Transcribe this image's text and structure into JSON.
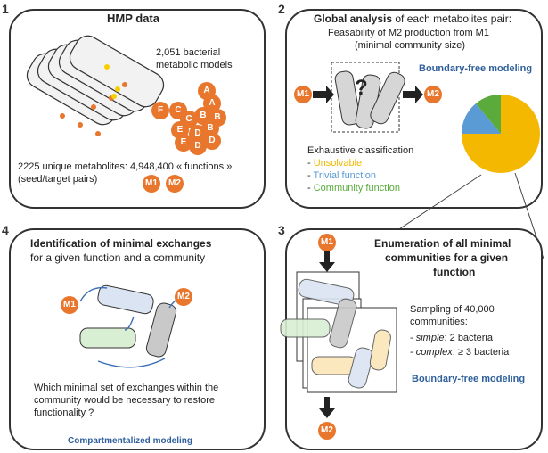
{
  "panel1": {
    "number": "1",
    "title": "HMP data",
    "models_line1": "2,051 bacterial",
    "models_line2": "metabolic models",
    "metabolites_line": "2225 unique metabolites: 4,948,400 « functions »",
    "pairs_line": "(seed/target pairs)",
    "m1": "M1",
    "m2": "M2",
    "letters": [
      "A",
      "A",
      "F",
      "C",
      "B",
      "B",
      "C",
      "B",
      "D",
      "E",
      "D",
      "E",
      "D"
    ]
  },
  "panel2": {
    "number": "2",
    "title_bold": "Global analysis",
    "title_rest": " of each metabolites pair:",
    "line2": "Feasability of M2 production from M1",
    "line3": "(minimal community size)",
    "boundary_free": "Boundary-free modeling",
    "m1": "M1",
    "m2": "M2",
    "question": "?",
    "classification_title": "Exhaustive classification",
    "classes": [
      "Unsolvable",
      "Trivial function",
      "Community function"
    ],
    "class_colors": [
      "#f5b800",
      "#5b9bd5",
      "#5aab3c"
    ]
  },
  "chart_data": {
    "type": "pie",
    "categories": [
      "Unsolvable",
      "Trivial function",
      "Community function"
    ],
    "values": [
      75,
      14,
      11
    ],
    "colors": [
      "#f5b800",
      "#5b9bd5",
      "#5aab3c"
    ]
  },
  "panel3": {
    "number": "3",
    "title_line1": "Enumeration of all minimal",
    "title_line2": "communities for a given",
    "title_line3": "function",
    "sampling_line1": "Sampling of 40,000",
    "sampling_line2": "communities:",
    "simple_dash": "- ",
    "simple_italic": "simple",
    "simple_rest": ": 2 bacteria",
    "complex_dash": "- ",
    "complex_italic": "complex",
    "complex_rest": ": ≥ 3 bacteria",
    "boundary_free": "Boundary-free modeling",
    "m1": "M1",
    "m2": "M2"
  },
  "panel4": {
    "number": "4",
    "title_line1": "Identification of minimal exchanges",
    "title_line2": "for a given function and a community",
    "m1": "M1",
    "m2": "M2",
    "question_line1": "Which minimal set of exchanges within the",
    "question_line2": "community would be necessary to restore",
    "question_line3": "functionality ?",
    "modeling": "Compartmentalized modeling"
  }
}
